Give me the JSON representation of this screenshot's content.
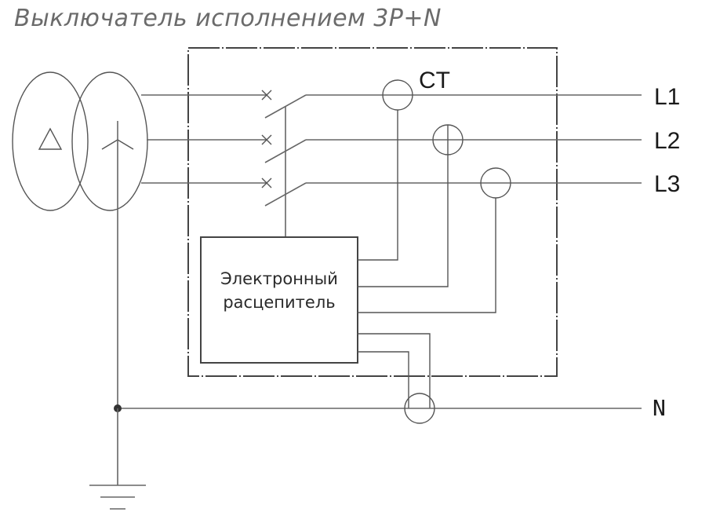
{
  "title": "Выключатель исполнением 3P+N",
  "labels": {
    "ct": "CT",
    "l1": "L1",
    "l2": "L2",
    "l3": "L3",
    "n": "N"
  },
  "trip_unit": {
    "line1": "Электронный",
    "line2": "расцепитель"
  }
}
